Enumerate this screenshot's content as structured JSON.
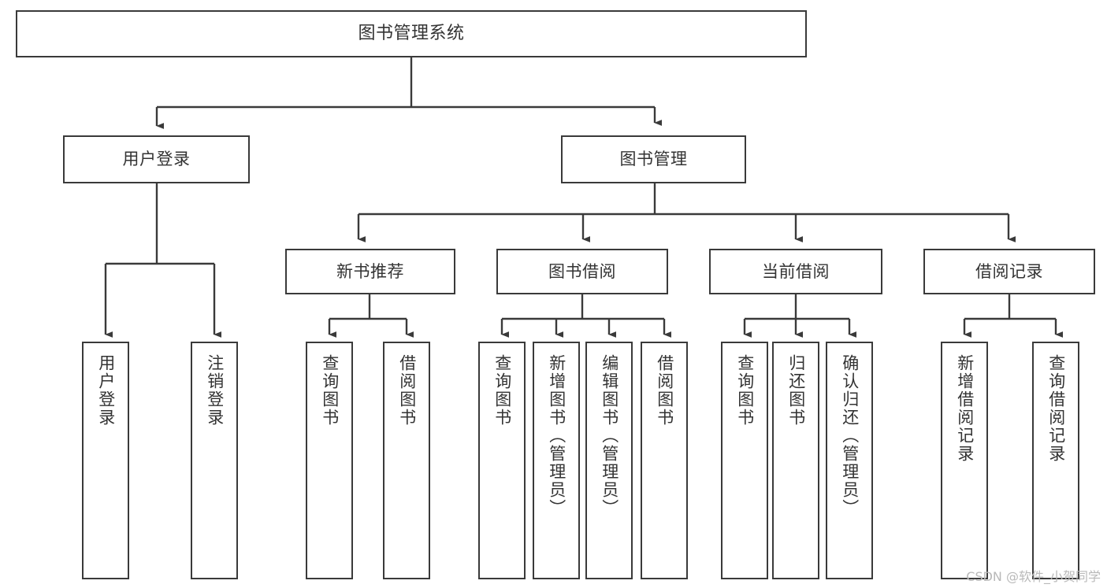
{
  "diagram": {
    "type": "tree-hierarchy",
    "title": "图书管理系统",
    "watermark": "CSDN @软件_小贺同学",
    "line_color": "#3a3a3a",
    "box_border_color": "#3a3a3a",
    "text_color": "#333333",
    "background_color": "#ffffff",
    "nodes": {
      "root": {
        "label": "图书管理系统"
      },
      "level1": [
        {
          "id": "user-login",
          "label": "用户登录"
        },
        {
          "id": "book-manage",
          "label": "图书管理"
        }
      ],
      "level2": [
        {
          "id": "new-book-recommend",
          "label": "新书推荐"
        },
        {
          "id": "book-borrow",
          "label": "图书借阅"
        },
        {
          "id": "current-borrow",
          "label": "当前借阅"
        },
        {
          "id": "borrow-record",
          "label": "借阅记录"
        }
      ],
      "leaves_user_login": [
        {
          "id": "leaf-user-login",
          "label": "用户登录"
        },
        {
          "id": "leaf-user-logout",
          "label": "注销登录"
        }
      ],
      "leaves_new_book_recommend": [
        {
          "id": "leaf-query-book-1",
          "label": "查询图书"
        },
        {
          "id": "leaf-borrow-book-1",
          "label": "借阅图书"
        }
      ],
      "leaves_book_borrow": [
        {
          "id": "leaf-query-book-2",
          "label": "查询图书"
        },
        {
          "id": "leaf-add-book",
          "label": "新增图书（管理员）"
        },
        {
          "id": "leaf-edit-book",
          "label": "编辑图书（管理员）"
        },
        {
          "id": "leaf-borrow-book-2",
          "label": "借阅图书"
        }
      ],
      "leaves_current_borrow": [
        {
          "id": "leaf-query-book-3",
          "label": "查询图书"
        },
        {
          "id": "leaf-return-book",
          "label": "归还图书"
        },
        {
          "id": "leaf-confirm-return",
          "label": "确认归还（管理员）"
        }
      ],
      "leaves_borrow_record": [
        {
          "id": "leaf-add-record",
          "label": "新增借阅记录"
        },
        {
          "id": "leaf-query-record",
          "label": "查询借阅记录"
        }
      ]
    }
  }
}
